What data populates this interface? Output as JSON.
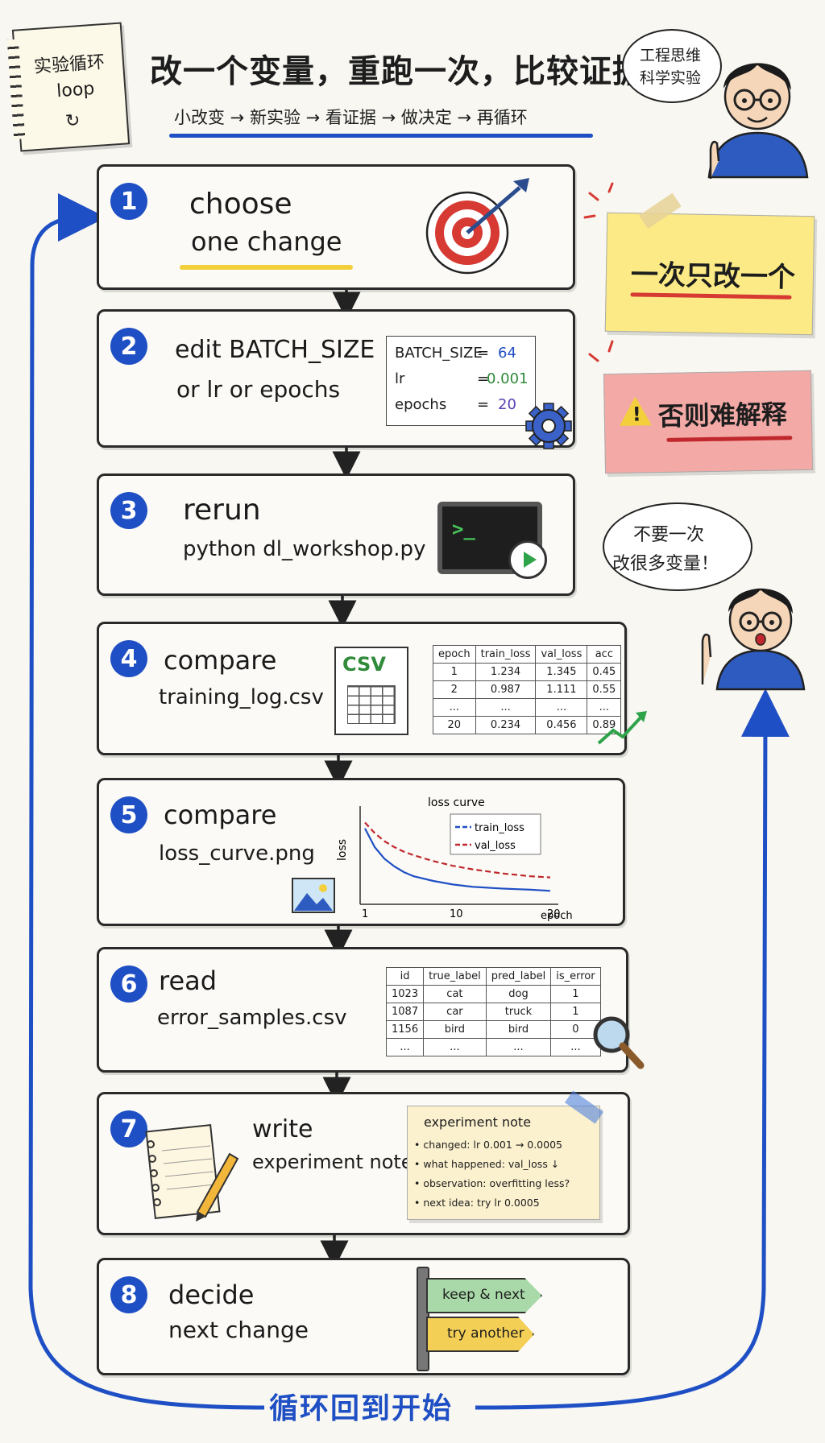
{
  "header": {
    "title": "改一个变量，重跑一次，比较证据",
    "subtitle": "小改变 → 新实验 → 看证据 → 做决定 → 再循环",
    "notebook_line1": "实验循环",
    "notebook_line2": "loop",
    "bubble_line1": "工程思维",
    "bubble_line2": "科学实验"
  },
  "steps": [
    {
      "num": "1",
      "line1": "choose",
      "line2": "one change"
    },
    {
      "num": "2",
      "line1": "edit BATCH_SIZE",
      "line2": "or lr or epochs",
      "config": [
        {
          "key": "BATCH_SIZE",
          "eq": "=",
          "val": "64",
          "color": "#1f4fc4"
        },
        {
          "key": "lr",
          "eq": "=",
          "val": "0.001",
          "color": "#2f8a3a"
        },
        {
          "key": "epochs",
          "eq": "=",
          "val": "20",
          "color": "#5a3fb0"
        }
      ]
    },
    {
      "num": "3",
      "line1": "rerun",
      "line2": "python dl_workshop.py",
      "prompt": ">_"
    },
    {
      "num": "4",
      "line1": "compare",
      "line2": "training_log.csv",
      "file_label": "CSV",
      "table": {
        "headers": [
          "epoch",
          "train_loss",
          "val_loss",
          "acc"
        ],
        "rows": [
          [
            "1",
            "1.234",
            "1.345",
            "0.45"
          ],
          [
            "2",
            "0.987",
            "1.111",
            "0.55"
          ],
          [
            "...",
            "...",
            "...",
            "..."
          ],
          [
            "20",
            "0.234",
            "0.456",
            "0.89"
          ]
        ]
      }
    },
    {
      "num": "5",
      "line1": "compare",
      "line2": "loss_curve.png"
    },
    {
      "num": "6",
      "line1": "read",
      "line2": "error_samples.csv",
      "table": {
        "headers": [
          "id",
          "true_label",
          "pred_label",
          "is_error"
        ],
        "rows": [
          [
            "1023",
            "cat",
            "dog",
            "1"
          ],
          [
            "1087",
            "car",
            "truck",
            "1"
          ],
          [
            "1156",
            "bird",
            "bird",
            "0"
          ],
          [
            "...",
            "...",
            "...",
            "..."
          ]
        ]
      }
    },
    {
      "num": "7",
      "line1": "write",
      "line2": "experiment note",
      "note": {
        "title": "experiment note",
        "items": [
          "• changed: lr 0.001 → 0.0005",
          "• what happened: val_loss ↓",
          "• observation: overfitting less?",
          "• next idea: try lr 0.0005"
        ]
      }
    },
    {
      "num": "8",
      "line1": "decide",
      "line2": "next change",
      "sign1": "keep & next",
      "sign2": "try another"
    }
  ],
  "chart_data": {
    "type": "line",
    "title": "loss curve",
    "xlabel": "epoch",
    "ylabel": "loss",
    "xticks": [
      "1",
      "10",
      "20"
    ],
    "xlim": [
      1,
      20
    ],
    "ylim": [
      0,
      1.6
    ],
    "series": [
      {
        "name": "train_loss",
        "color": "#1f4fc4",
        "style": "solid",
        "x": [
          1,
          2,
          3,
          4,
          5,
          6,
          8,
          10,
          12,
          15,
          18,
          20
        ],
        "y": [
          1.3,
          0.98,
          0.78,
          0.65,
          0.55,
          0.48,
          0.4,
          0.34,
          0.3,
          0.27,
          0.25,
          0.23
        ]
      },
      {
        "name": "val_loss",
        "color": "#c0282d",
        "style": "dashed",
        "x": [
          1,
          2,
          3,
          4,
          5,
          6,
          8,
          10,
          12,
          15,
          18,
          20
        ],
        "y": [
          1.4,
          1.22,
          1.08,
          0.98,
          0.9,
          0.84,
          0.74,
          0.66,
          0.6,
          0.53,
          0.48,
          0.46
        ]
      }
    ]
  },
  "side": {
    "sticky1": "一次只改一个",
    "sticky2": "否则难解释",
    "bubble_line1": "不要一次",
    "bubble_line2": "改很多变量！"
  },
  "footer": {
    "loop_label": "循环回到开始"
  }
}
